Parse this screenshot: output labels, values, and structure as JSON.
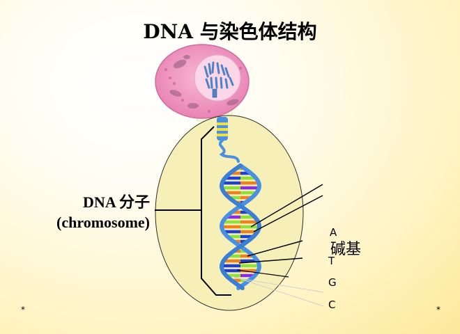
{
  "title": "DNA 与染色体结构",
  "labels": {
    "dna_molecule_line1": "DNA 分子",
    "dna_molecule_line2": "(chromosome)",
    "base": "碱基",
    "base_a": "A",
    "base_t": "T",
    "base_g": "G",
    "base_c": "C"
  },
  "corner_marks": {
    "left": "*",
    "right": "*"
  },
  "colors": {
    "cell": "#f29ac2",
    "nucleus": "#fbd6e6",
    "chromosome": "#4f82c4",
    "backbone": "#4a90e2",
    "zoom_oval": "#f6f0b8",
    "base_orange": "#f07f1e",
    "base_green": "#8ee13a",
    "base_blue": "#1f3fcf",
    "base_purple": "#8a2be2"
  }
}
